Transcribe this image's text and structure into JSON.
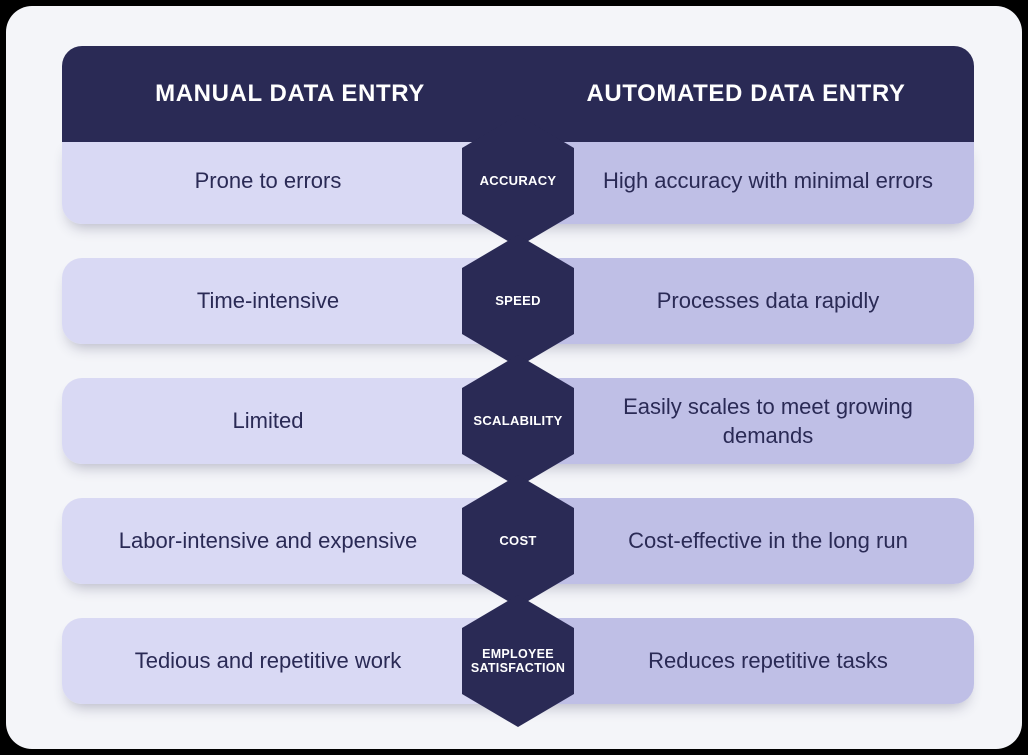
{
  "theme": {
    "page_background": "#F4F5F9",
    "navy": "#2A2A55",
    "left_column_fill": "#D9D9F4",
    "right_column_fill": "#BFBFE6",
    "header_text": "#FFFFFF",
    "body_text": "#2A2A55"
  },
  "header": {
    "left_title": "MANUAL DATA ENTRY",
    "right_title": "AUTOMATED DATA ENTRY"
  },
  "rows": [
    {
      "badge": "ACCURACY",
      "left": "Prone to errors",
      "right": "High accuracy with minimal errors"
    },
    {
      "badge": "SPEED",
      "left": "Time-intensive",
      "right": "Processes data rapidly"
    },
    {
      "badge": "SCALABILITY",
      "left": "Limited",
      "right": "Easily scales to meet growing demands"
    },
    {
      "badge": "COST",
      "left": "Labor-intensive and expensive",
      "right": "Cost-effective in the long run"
    },
    {
      "badge": "EMPLOYEE SATISFACTION",
      "left": "Tedious and repetitive work",
      "right": "Reduces repetitive tasks"
    }
  ]
}
